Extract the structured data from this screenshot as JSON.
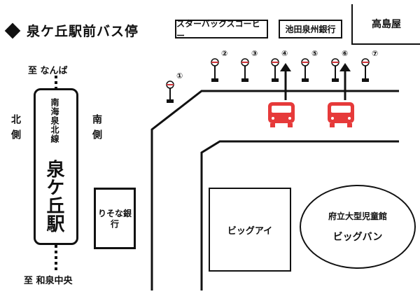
{
  "title": "泉ケ丘駅前バス停",
  "landmarks": {
    "starbucks": "スターバックスコーヒー",
    "bank_top": "池田泉州銀行",
    "takashimaya": "高島屋",
    "resona": "りそな銀行",
    "bigi": "ビッグアイ",
    "bigban_sub": "府立大型児童館",
    "bigban": "ビッグバン"
  },
  "station": {
    "line": "南海泉北線",
    "name": "泉ケ丘駅",
    "north_side": "北側",
    "south_side": "南側"
  },
  "directions": {
    "to_top": "至 なんば",
    "to_bottom": "至 和泉中央"
  },
  "bus_stops": [
    "①",
    "②",
    "③",
    "④",
    "⑤",
    "⑥",
    "⑦"
  ],
  "bus_stops_with_bus": [
    "④",
    "⑥"
  ],
  "colors": {
    "bus": "#e63a3a",
    "stop_sign": "#d0343a"
  }
}
